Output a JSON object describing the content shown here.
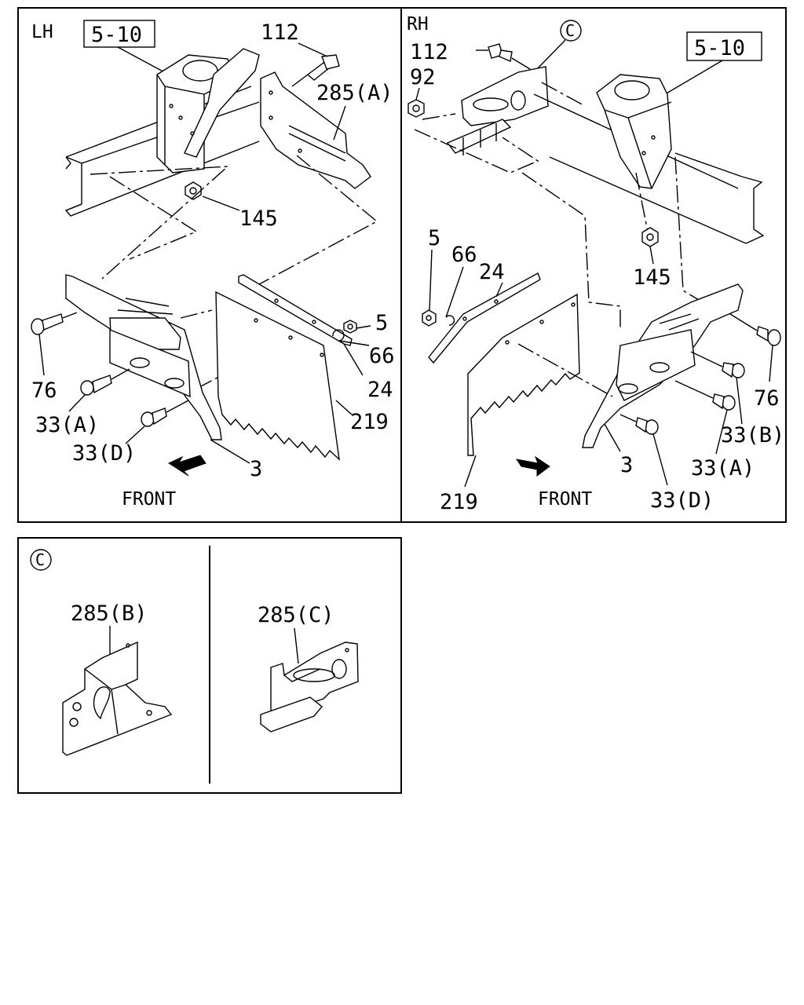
{
  "panels": {
    "lh": {
      "side_label": "LH",
      "ref_box": "5-10",
      "callouts": {
        "bolt_112": "112",
        "bracket_285a": "285(A)",
        "nut_145": "145",
        "nut_5": "5",
        "washer_66": "66",
        "strip_24": "24",
        "bolt_76": "76",
        "flap_219": "219",
        "bolt_33a": "33(A)",
        "bolt_33d": "33(D)",
        "stay_3": "3"
      },
      "direction_label": "FRONT"
    },
    "rh": {
      "side_label": "RH",
      "ref_box": "5-10",
      "detail_marker": "C",
      "callouts": {
        "bolt_112": "112",
        "nut_92": "92",
        "nut_5": "5",
        "washer_66": "66",
        "strip_24": "24",
        "nut_145": "145",
        "bolt_76": "76",
        "bolt_33b": "33(B)",
        "bolt_33a": "33(A)",
        "stay_3": "3",
        "bolt_33d": "33(D)",
        "flap_219": "219"
      },
      "direction_label": "FRONT"
    },
    "detail": {
      "marker": "C",
      "callouts": {
        "bracket_285b": "285(B)",
        "bracket_285c": "285(C)"
      }
    }
  }
}
